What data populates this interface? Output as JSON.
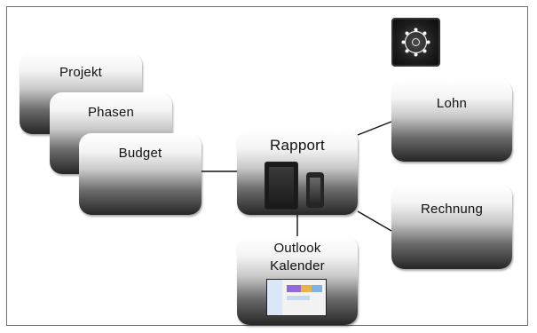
{
  "nodes": {
    "projekt": "Projekt",
    "phasen": "Phasen",
    "budget": "Budget",
    "rapport": "Rapport",
    "lohn": "Lohn",
    "rechnung": "Rechnung",
    "outlook_line1": "Outlook",
    "outlook_line2": "Kalender"
  },
  "icons": {
    "logo": "circular-dots-logo-icon",
    "rapport_image": "tablet-and-phone-icon",
    "outlook_image": "calendar-screenshot-icon"
  }
}
